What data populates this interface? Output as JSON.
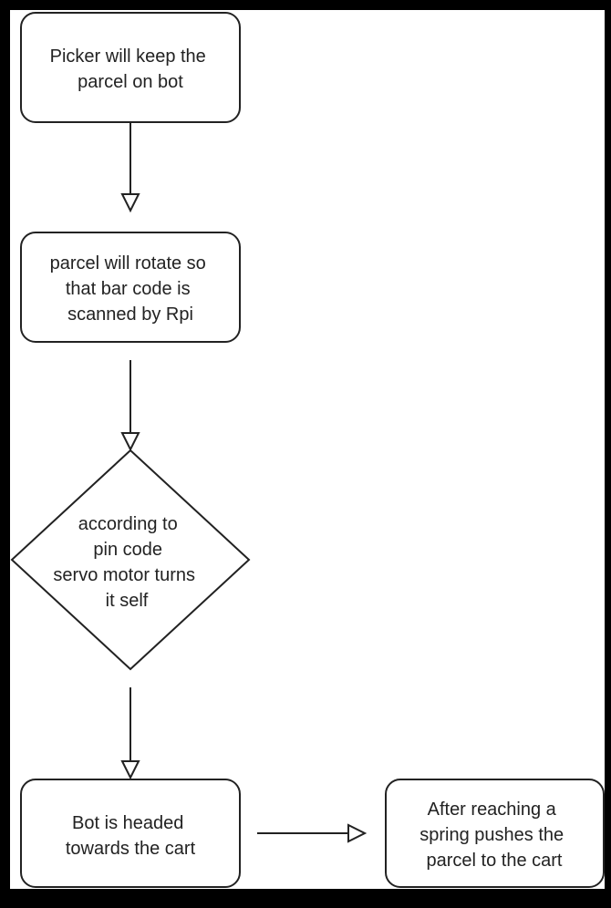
{
  "diagram": {
    "nodes": [
      {
        "id": "picker",
        "shape": "rounded-rect",
        "lines": [
          "Picker will keep the",
          "parcel on bot"
        ]
      },
      {
        "id": "rotate",
        "shape": "rounded-rect",
        "lines": [
          "parcel will rotate so",
          "that bar code is",
          "scanned by Rpi"
        ]
      },
      {
        "id": "servo",
        "shape": "diamond",
        "lines": [
          "according to",
          "pin code",
          "servo motor turns",
          "it self"
        ]
      },
      {
        "id": "bot",
        "shape": "rounded-rect",
        "lines": [
          "Bot is headed",
          "towards the cart"
        ]
      },
      {
        "id": "spring",
        "shape": "rounded-rect",
        "lines": [
          "After reaching a",
          "spring pushes the",
          "parcel to the cart"
        ]
      }
    ],
    "edges": [
      {
        "from": "picker",
        "to": "rotate"
      },
      {
        "from": "rotate",
        "to": "servo"
      },
      {
        "from": "servo",
        "to": "bot"
      },
      {
        "from": "bot",
        "to": "spring"
      }
    ]
  }
}
